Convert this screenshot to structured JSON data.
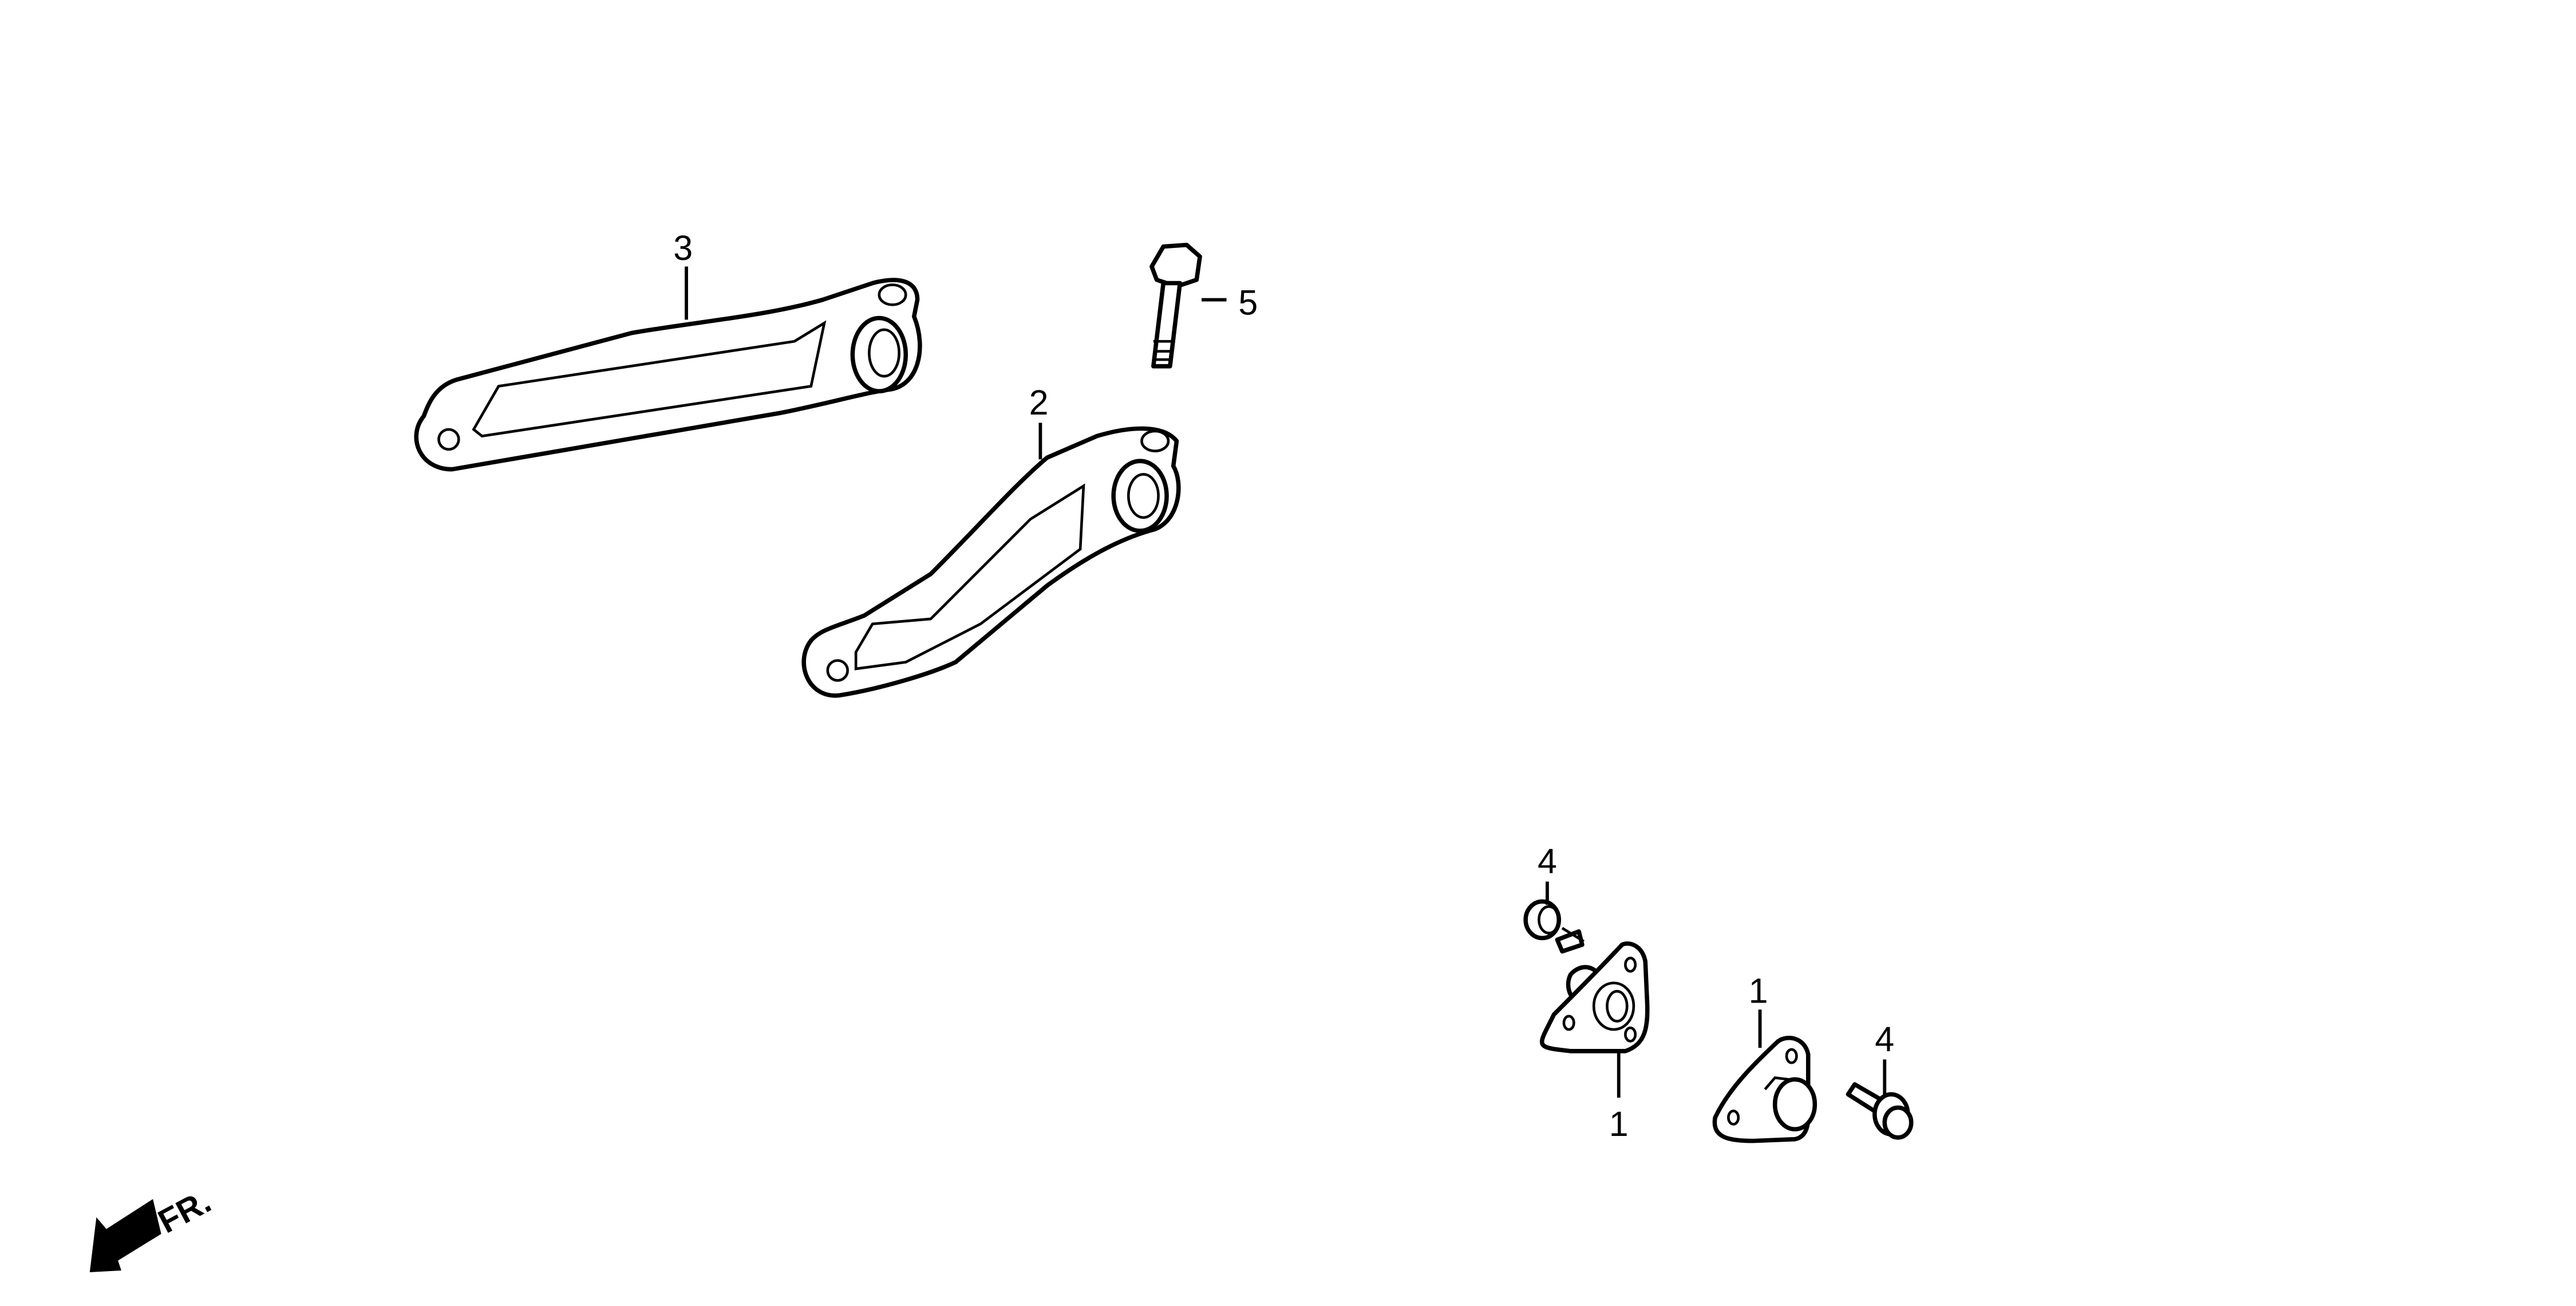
{
  "diagram": {
    "callouts": [
      {
        "id": "3",
        "label": "3"
      },
      {
        "id": "5",
        "label": "5"
      },
      {
        "id": "2",
        "label": "2"
      },
      {
        "id": "4a",
        "label": "4"
      },
      {
        "id": "1a",
        "label": "1"
      },
      {
        "id": "1b",
        "label": "1"
      },
      {
        "id": "4b",
        "label": "4"
      }
    ],
    "direction_indicator": "FR."
  }
}
